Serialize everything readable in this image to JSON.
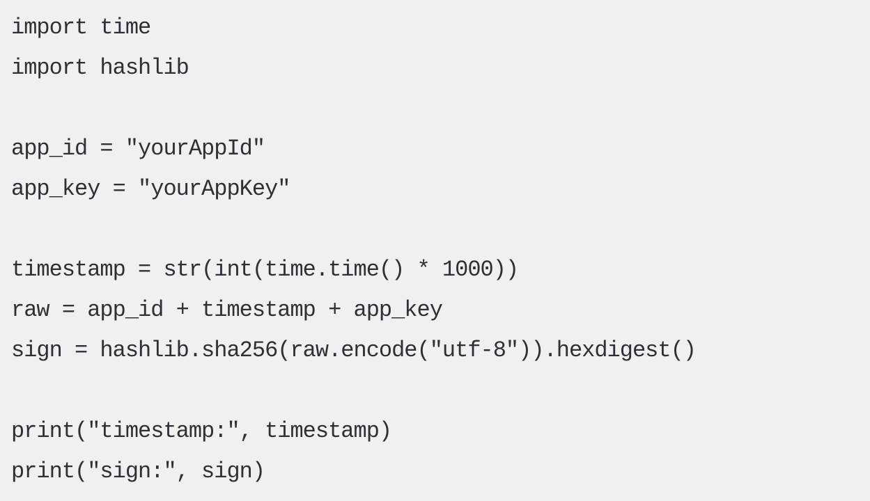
{
  "page": {
    "background_color": "#f0f0f0",
    "text_color": "#2e3035"
  },
  "code_block": {
    "language": "python",
    "lines": [
      "import time",
      "import hashlib",
      "",
      "app_id = ″yourAppId″",
      "app_key = ″yourAppKey″",
      "",
      "timestamp = str(int(time.time() * 1000))",
      "raw = app_id + timestamp + app_key",
      "sign = hashlib.sha256(raw.encode(″utf-8″)).hexdigest()",
      "",
      "print(″timestamp:″, timestamp)",
      "print(″sign:″, sign)"
    ]
  }
}
